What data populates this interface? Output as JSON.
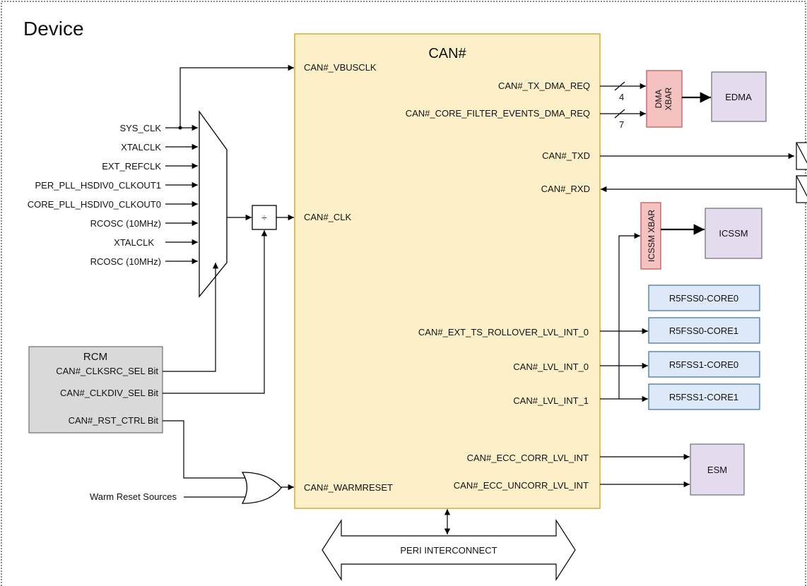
{
  "device": {
    "title": "Device"
  },
  "can": {
    "title": "CAN#",
    "vbusclk": "CAN#_VBUSCLK",
    "clk": "CAN#_CLK",
    "warmreset": "CAN#_WARMRESET",
    "tx_dma_req": "CAN#_TX_DMA_REQ",
    "core_filter_dma_req": "CAN#_CORE_FILTER_EVENTS_DMA_REQ",
    "txd": "CAN#_TXD",
    "rxd": "CAN#_RXD",
    "ext_ts_rollover": "CAN#_EXT_TS_ROLLOVER_LVL_INT_0",
    "lvl_int_0": "CAN#_LVL_INT_0",
    "lvl_int_1": "CAN#_LVL_INT_1",
    "ecc_corr": "CAN#_ECC_CORR_LVL_INT",
    "ecc_uncorr": "CAN#_ECC_UNCORR_LVL_INT"
  },
  "clock_sources": [
    "SYS_CLK",
    "XTALCLK",
    "EXT_REFCLK",
    "PER_PLL_HSDIV0_CLKOUT1",
    "CORE_PLL_HSDIV0_CLKOUT0",
    "RCOSC (10MHz)",
    "XTALCLK",
    "RCOSC (10MHz)"
  ],
  "divider": {
    "symbol": "÷"
  },
  "rcm": {
    "title": "RCM",
    "clksrc_sel": "CAN#_CLKSRC_SEL Bit",
    "clkdiv_sel": "CAN#_CLKDIV_SEL Bit",
    "rst_ctrl": "CAN#_RST_CTRL Bit"
  },
  "warm_reset_sources": "Warm Reset Sources",
  "bus_widths": {
    "tx": "4",
    "filter": "7"
  },
  "dma_xbar": {
    "line1": "DMA",
    "line2": "XBAR"
  },
  "edma": "EDMA",
  "icssm_xbar": "ICSSM XBAR",
  "icssm": "ICSSM",
  "cores": [
    "R5FSS0-CORE0",
    "R5FSS0-CORE1",
    "R5FSS1-CORE0",
    "R5FSS1-CORE1"
  ],
  "esm": "ESM",
  "peri_interconnect": "PERI INTERCONNECT",
  "colors": {
    "can_fill": "#fdf0c8",
    "can_stroke": "#d4aa3c",
    "xbar_fill": "#f5c2c2",
    "xbar_stroke": "#c0504d",
    "target_fill": "#e4dcee",
    "core_fill": "#dde9f8",
    "core_stroke": "#3a6ea5",
    "rcm_fill": "#d9d9d9"
  }
}
